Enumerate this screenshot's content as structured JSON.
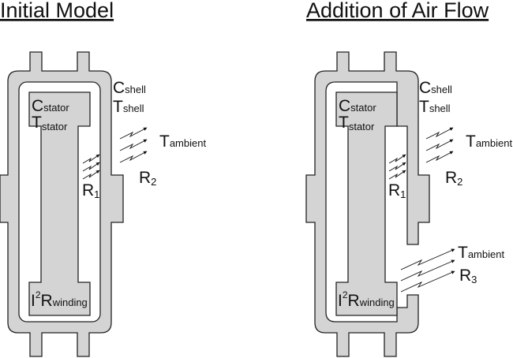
{
  "panels": [
    {
      "title": "Initial Model",
      "labels": {
        "c_shell_main": "C",
        "c_shell_sub": "shell",
        "t_shell_main": "T",
        "t_shell_sub": "shell",
        "c_stator_main": "C",
        "c_stator_sub": "stator",
        "t_stator_main": "T",
        "t_stator_sub": "stator",
        "t_ambient_main": "T",
        "t_ambient_sub": "ambient",
        "r1_main": "R",
        "r1_sub": "1",
        "r2_main": "R",
        "r2_sub": "2",
        "winding_i": "I",
        "winding_sup": "2",
        "winding_r": "R",
        "winding_sub": "winding"
      }
    },
    {
      "title": "Addition of Air Flow",
      "labels": {
        "c_shell_main": "C",
        "c_shell_sub": "shell",
        "t_shell_main": "T",
        "t_shell_sub": "shell",
        "c_stator_main": "C",
        "c_stator_sub": "stator",
        "t_stator_main": "T",
        "t_stator_sub": "stator",
        "t_ambient_main": "T",
        "t_ambient_sub": "ambient",
        "r1_main": "R",
        "r1_sub": "1",
        "r2_main": "R",
        "r2_sub": "2",
        "t_ambient2_main": "T",
        "t_ambient2_sub": "ambient",
        "r3_main": "R",
        "r3_sub": "3",
        "winding_i": "I",
        "winding_sup": "2",
        "winding_r": "R",
        "winding_sub": "winding"
      }
    }
  ]
}
